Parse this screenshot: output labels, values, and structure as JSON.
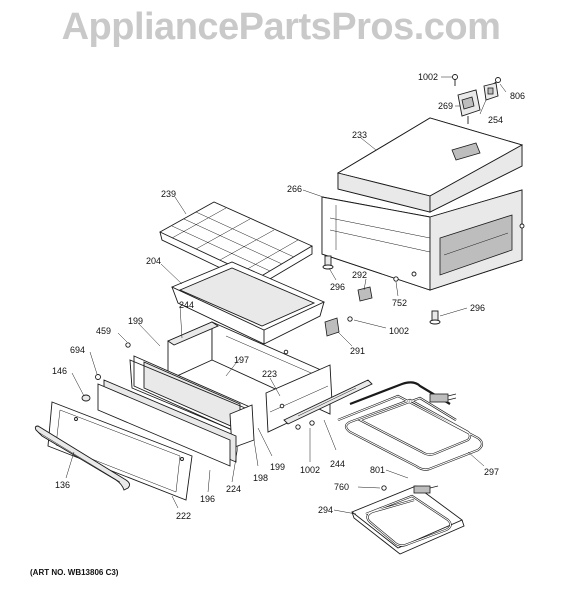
{
  "watermark": "AppliancePartsPros.com",
  "art_number": "(ART NO. WB13806 C3)",
  "callouts": {
    "c1002_top": "1002",
    "c806": "806",
    "c269": "269",
    "c254": "254",
    "c233": "233",
    "c266": "266",
    "c239": "239",
    "c204": "204",
    "c296_a": "296",
    "c292": "292",
    "c752": "752",
    "c296_b": "296",
    "c1002_mid": "1002",
    "c244_a": "244",
    "c199_a": "199",
    "c459": "459",
    "c694": "694",
    "c146": "146",
    "c197": "197",
    "c291": "291",
    "c223": "223",
    "c244_b": "244",
    "c297": "297",
    "c136": "136",
    "c222": "222",
    "c196": "196",
    "c224": "224",
    "c198": "198",
    "c199_b": "199",
    "c1002_bot": "1002",
    "c801": "801",
    "c760": "760",
    "c294": "294"
  }
}
